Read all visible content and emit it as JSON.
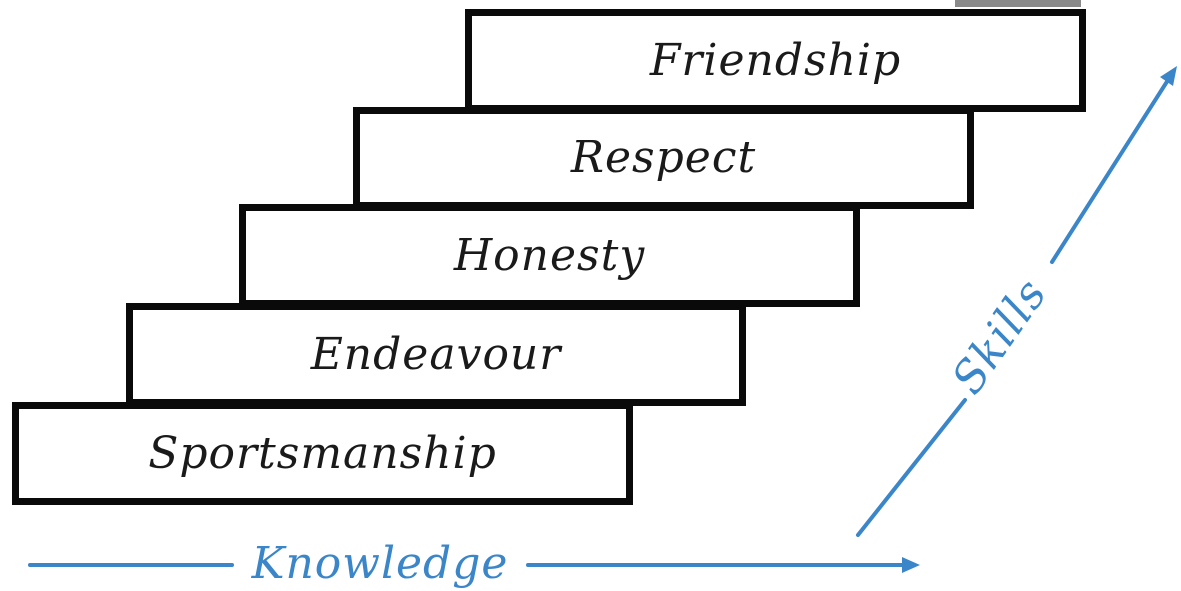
{
  "steps": [
    {
      "label": "Sportsmanship"
    },
    {
      "label": "Endeavour"
    },
    {
      "label": "Honesty"
    },
    {
      "label": "Respect"
    },
    {
      "label": "Friendship"
    }
  ],
  "axes": {
    "horizontal_label": "Knowledge",
    "diagonal_label": "Skills"
  },
  "colors": {
    "step_border": "#0a0a0a",
    "arrow": "#3b86c8"
  }
}
